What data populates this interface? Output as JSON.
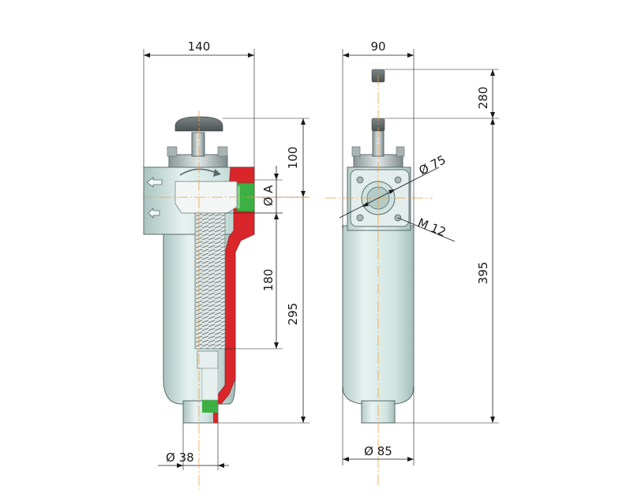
{
  "dimensions": {
    "width_left": "140",
    "width_right": "90",
    "height_head": "100",
    "height_top_right": "280",
    "height_element": "180",
    "height_total_left": "295",
    "height_total_right": "395",
    "port_diameter": "Ø A",
    "flange_diameter": "Ø 75",
    "thread": "M 12",
    "drain_diameter": "Ø 38",
    "bowl_diameter": "Ø 85"
  },
  "colors": {
    "body": "#cfe3e0",
    "body_shade": "#a9c4c0",
    "section_red": "#d9262b",
    "port_green": "#3cb043",
    "knob": "#5c6466",
    "centerline": "#f0a040"
  }
}
